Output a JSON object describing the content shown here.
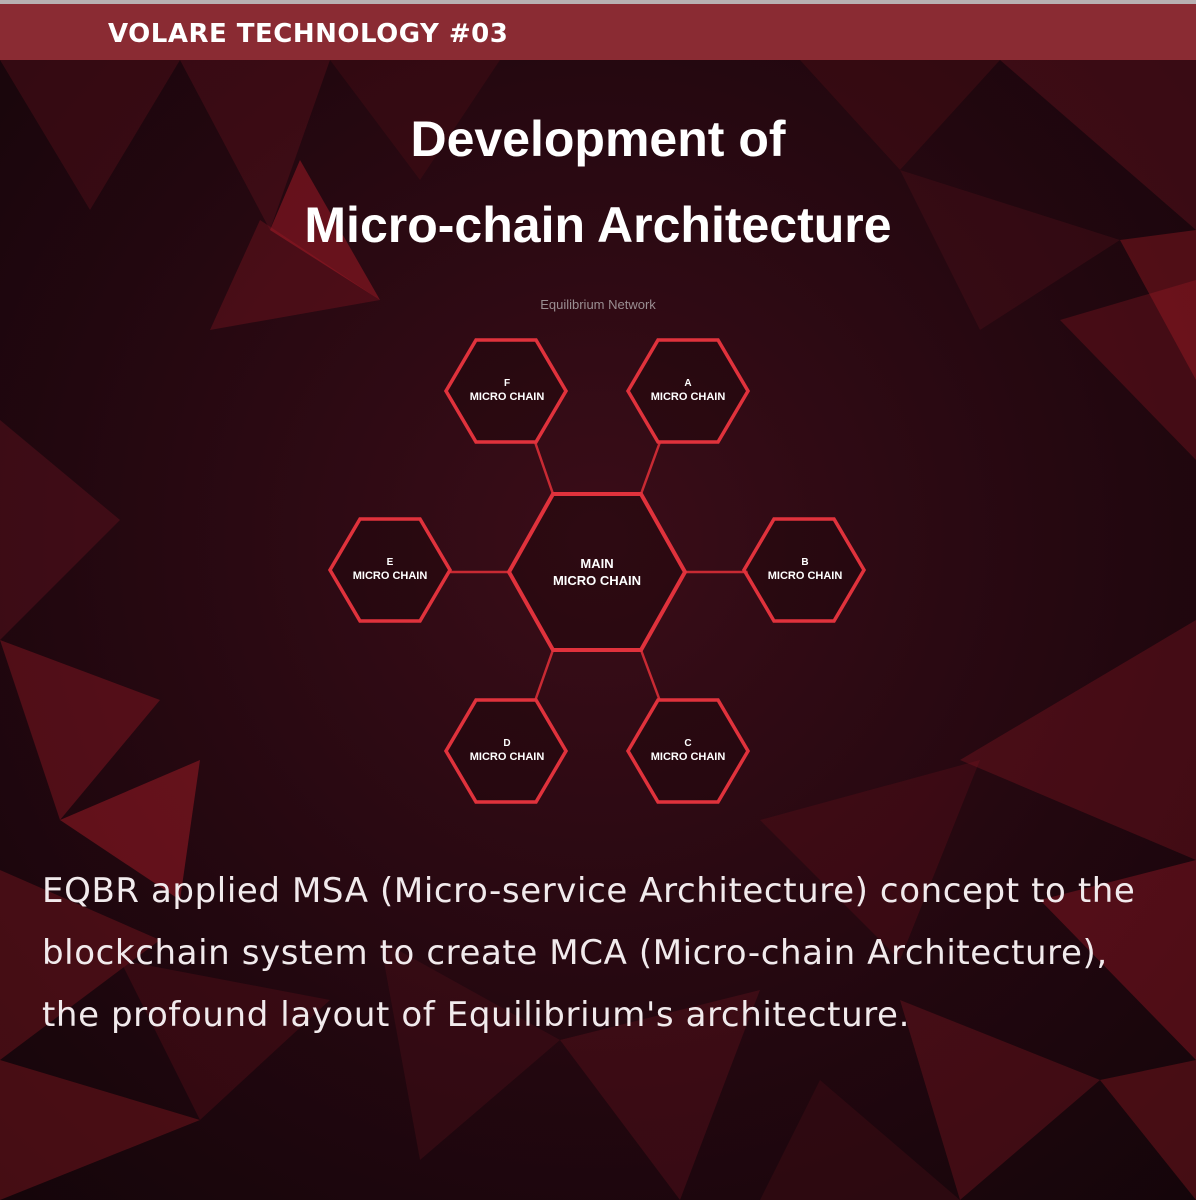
{
  "header": {
    "label": "VOLARE TECHNOLOGY #03"
  },
  "title": {
    "line1": "Development of",
    "line2": "Micro-chain Architecture"
  },
  "diagram": {
    "network_label": "Equilibrium Network",
    "main": {
      "line1": "MAIN",
      "line2": "MICRO CHAIN"
    },
    "chains": [
      {
        "id": "F",
        "letter": "F",
        "label": "MICRO CHAIN"
      },
      {
        "id": "A",
        "letter": "A",
        "label": "MICRO CHAIN"
      },
      {
        "id": "E",
        "letter": "E",
        "label": "MICRO CHAIN"
      },
      {
        "id": "B",
        "letter": "B",
        "label": "MICRO CHAIN"
      },
      {
        "id": "D",
        "letter": "D",
        "label": "MICRO CHAIN"
      },
      {
        "id": "C",
        "letter": "C",
        "label": "MICRO CHAIN"
      }
    ]
  },
  "body": {
    "text": "EQBR applied MSA (Micro-service Architecture) concept to the blockchain system to create MCA (Micro-chain Architecture), the profound layout of Equilibrium's architecture."
  },
  "colors": {
    "background": "#1a0710",
    "header_band": "#8a2b33",
    "hex_stroke": "#e0323c",
    "text": "#ffffff"
  }
}
